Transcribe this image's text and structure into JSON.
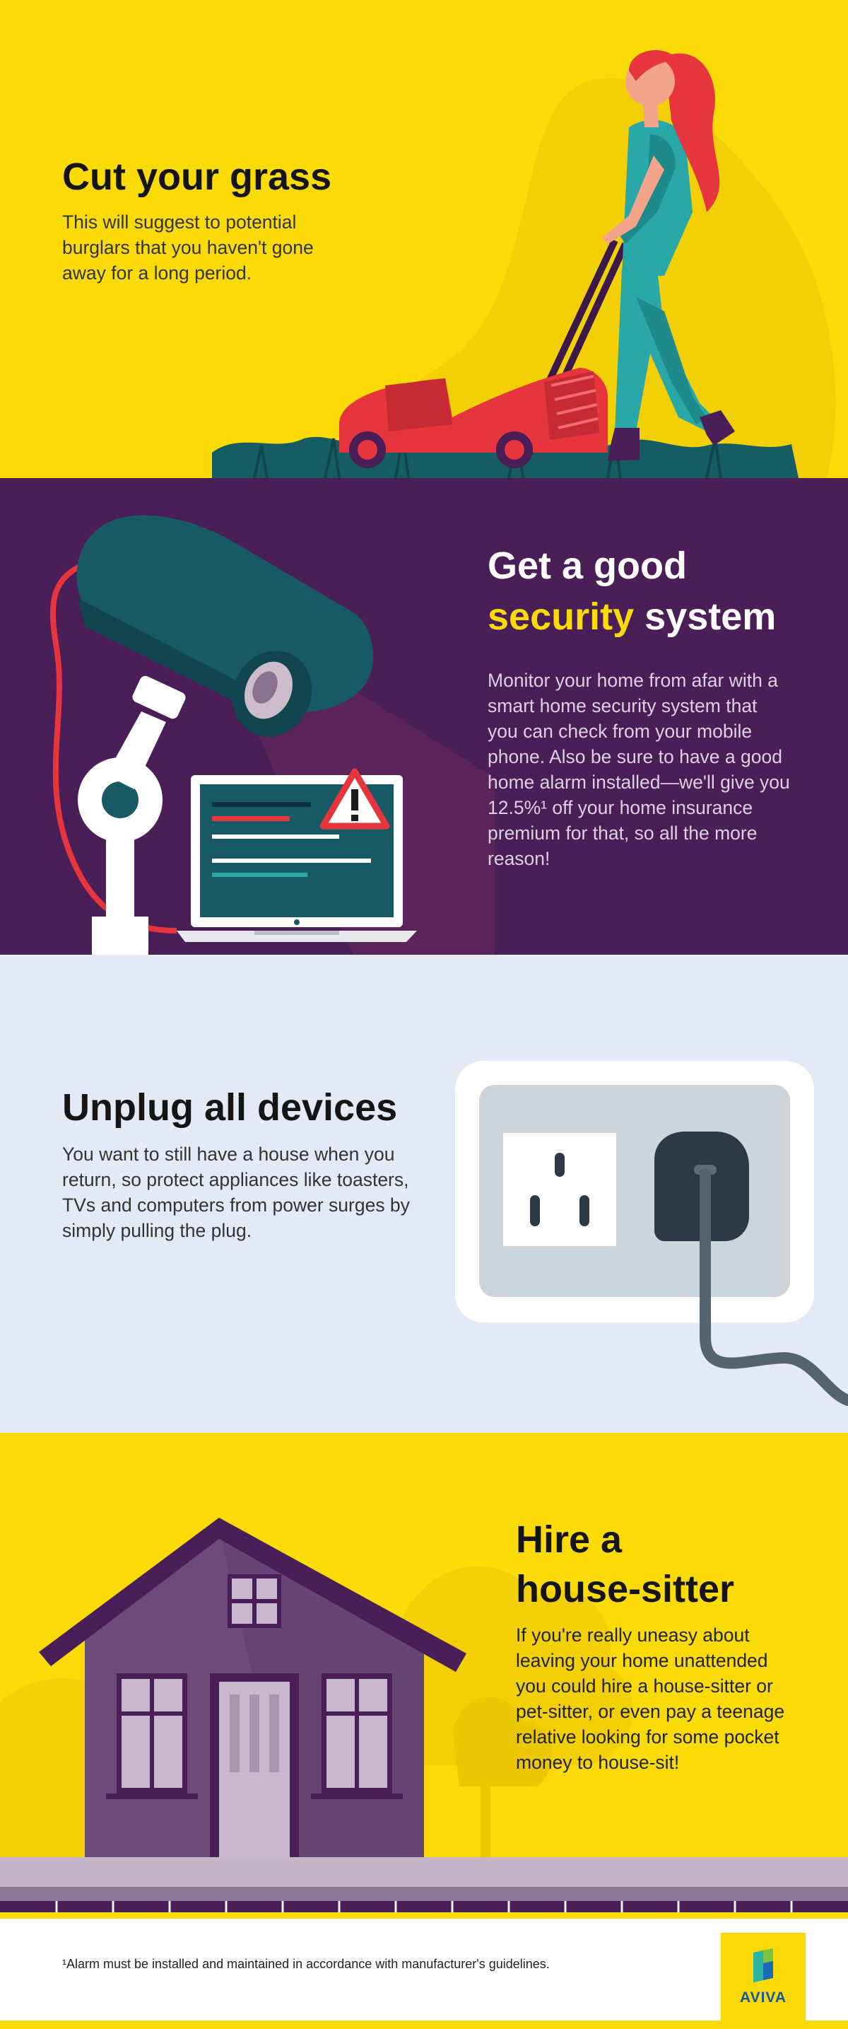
{
  "sections": {
    "grass": {
      "title": "Cut your grass",
      "body": "This will suggest to potential burglars that you haven't gone away for a long period."
    },
    "security": {
      "title_line1": "Get a good",
      "title_accent": "security",
      "title_line2_rest": " system",
      "body": "Monitor your home from afar with a smart home security system that you can check from your mobile phone. Also be sure to have a good home alarm installed—we'll give you 12.5%¹ off your home insurance premium for that, so all the more reason!"
    },
    "devices": {
      "title": "Unplug all devices",
      "body": "You want to still have a house when you return, so protect appliances like toasters, TVs and computers from power surges by simply pulling the plug."
    },
    "house_sitter": {
      "title_line1": "Hire a",
      "title_line2": "house-sitter",
      "body": "If you're really uneasy about leaving your home unattended you could hire a house-sitter or pet-sitter, or even pay a teenage relative looking for some pocket money to house-sit!"
    }
  },
  "footer": {
    "footnote": "¹Alarm must be installed and maintained in accordance with manufacturer's guidelines.",
    "logo_text": "AVIVA"
  },
  "colors": {
    "yellow": "#fbdb07",
    "purple": "#4a1e57",
    "light_blue": "#e3eaf5",
    "teal": "#175a66",
    "red": "#e6353c"
  },
  "icons": [
    "lawn-mower-illustration",
    "security-camera-illustration",
    "warning-icon",
    "laptop-illustration",
    "power-outlet-illustration",
    "house-illustration",
    "aviva-logo"
  ]
}
